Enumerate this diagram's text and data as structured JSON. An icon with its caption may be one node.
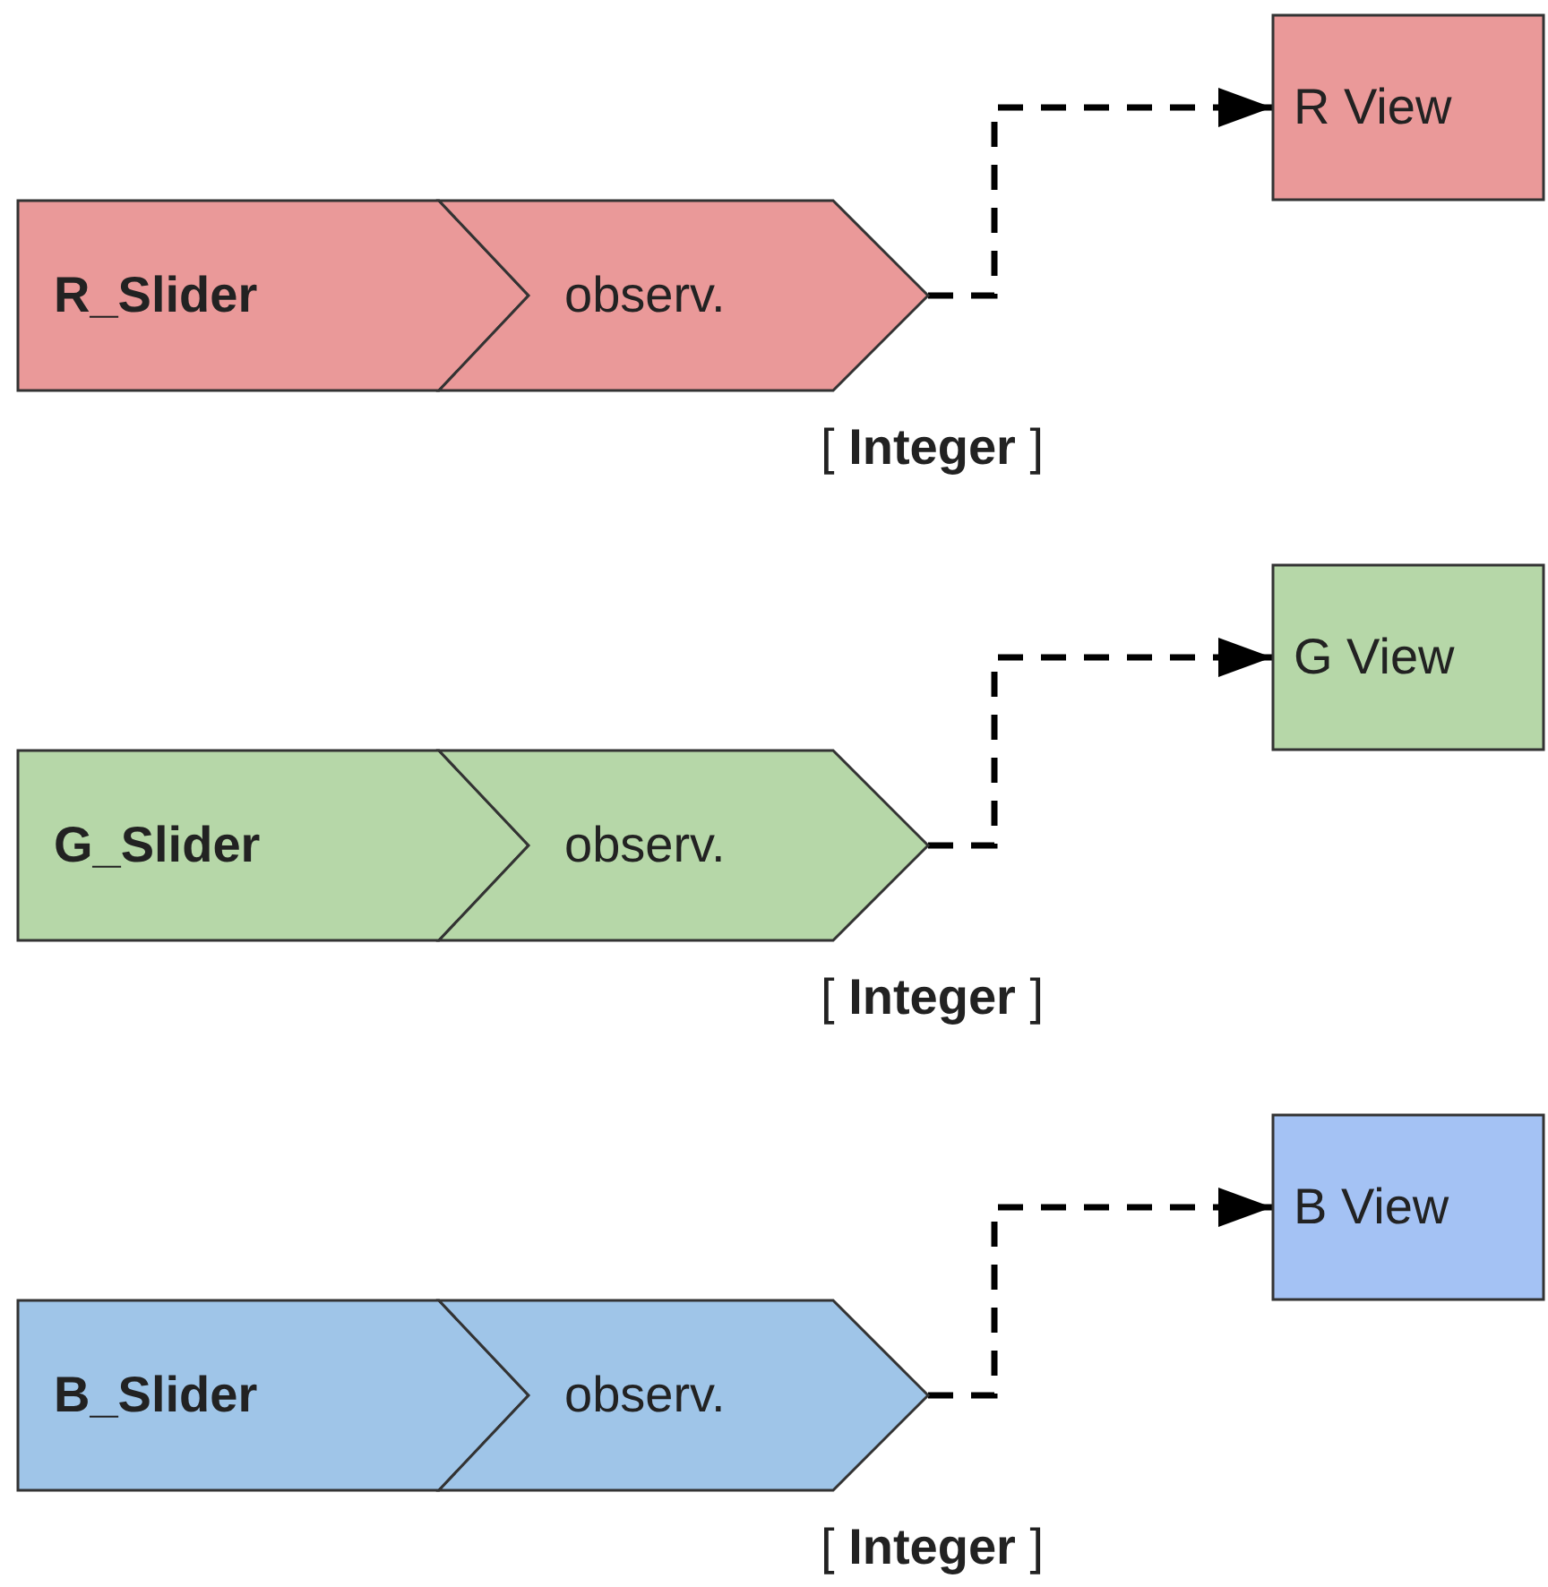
{
  "diagram": {
    "nodes": [
      {
        "text": [
          "R View"
        ]
      },
      {
        "text": [
          "R_Slider"
        ]
      },
      {
        "text": [
          "observ."
        ],
        "beside": [
          "[ **Integer** ]"
        ]
      },
      {
        "text": [
          "G View"
        ]
      },
      {
        "text": [
          "G_Slider"
        ]
      },
      {
        "text": [
          "observ."
        ],
        "beside": [
          "[ **Integer** ]"
        ]
      },
      {
        "text": [
          "B View"
        ]
      },
      {
        "text": [
          "B_Slider"
        ]
      },
      {
        "text": [
          "observ."
        ],
        "beside": [
          "[ **Integer** ]"
        ]
      }
    ],
    "edges": [
      {
        "from": 2,
        "to": 0,
        "arrow": "to",
        "style": "dashed"
      },
      {
        "from": 5,
        "to": 3,
        "arrow": "to",
        "style": "dashed"
      },
      {
        "from": 8,
        "to": 6,
        "arrow": "to",
        "style": "dashed"
      }
    ]
  }
}
